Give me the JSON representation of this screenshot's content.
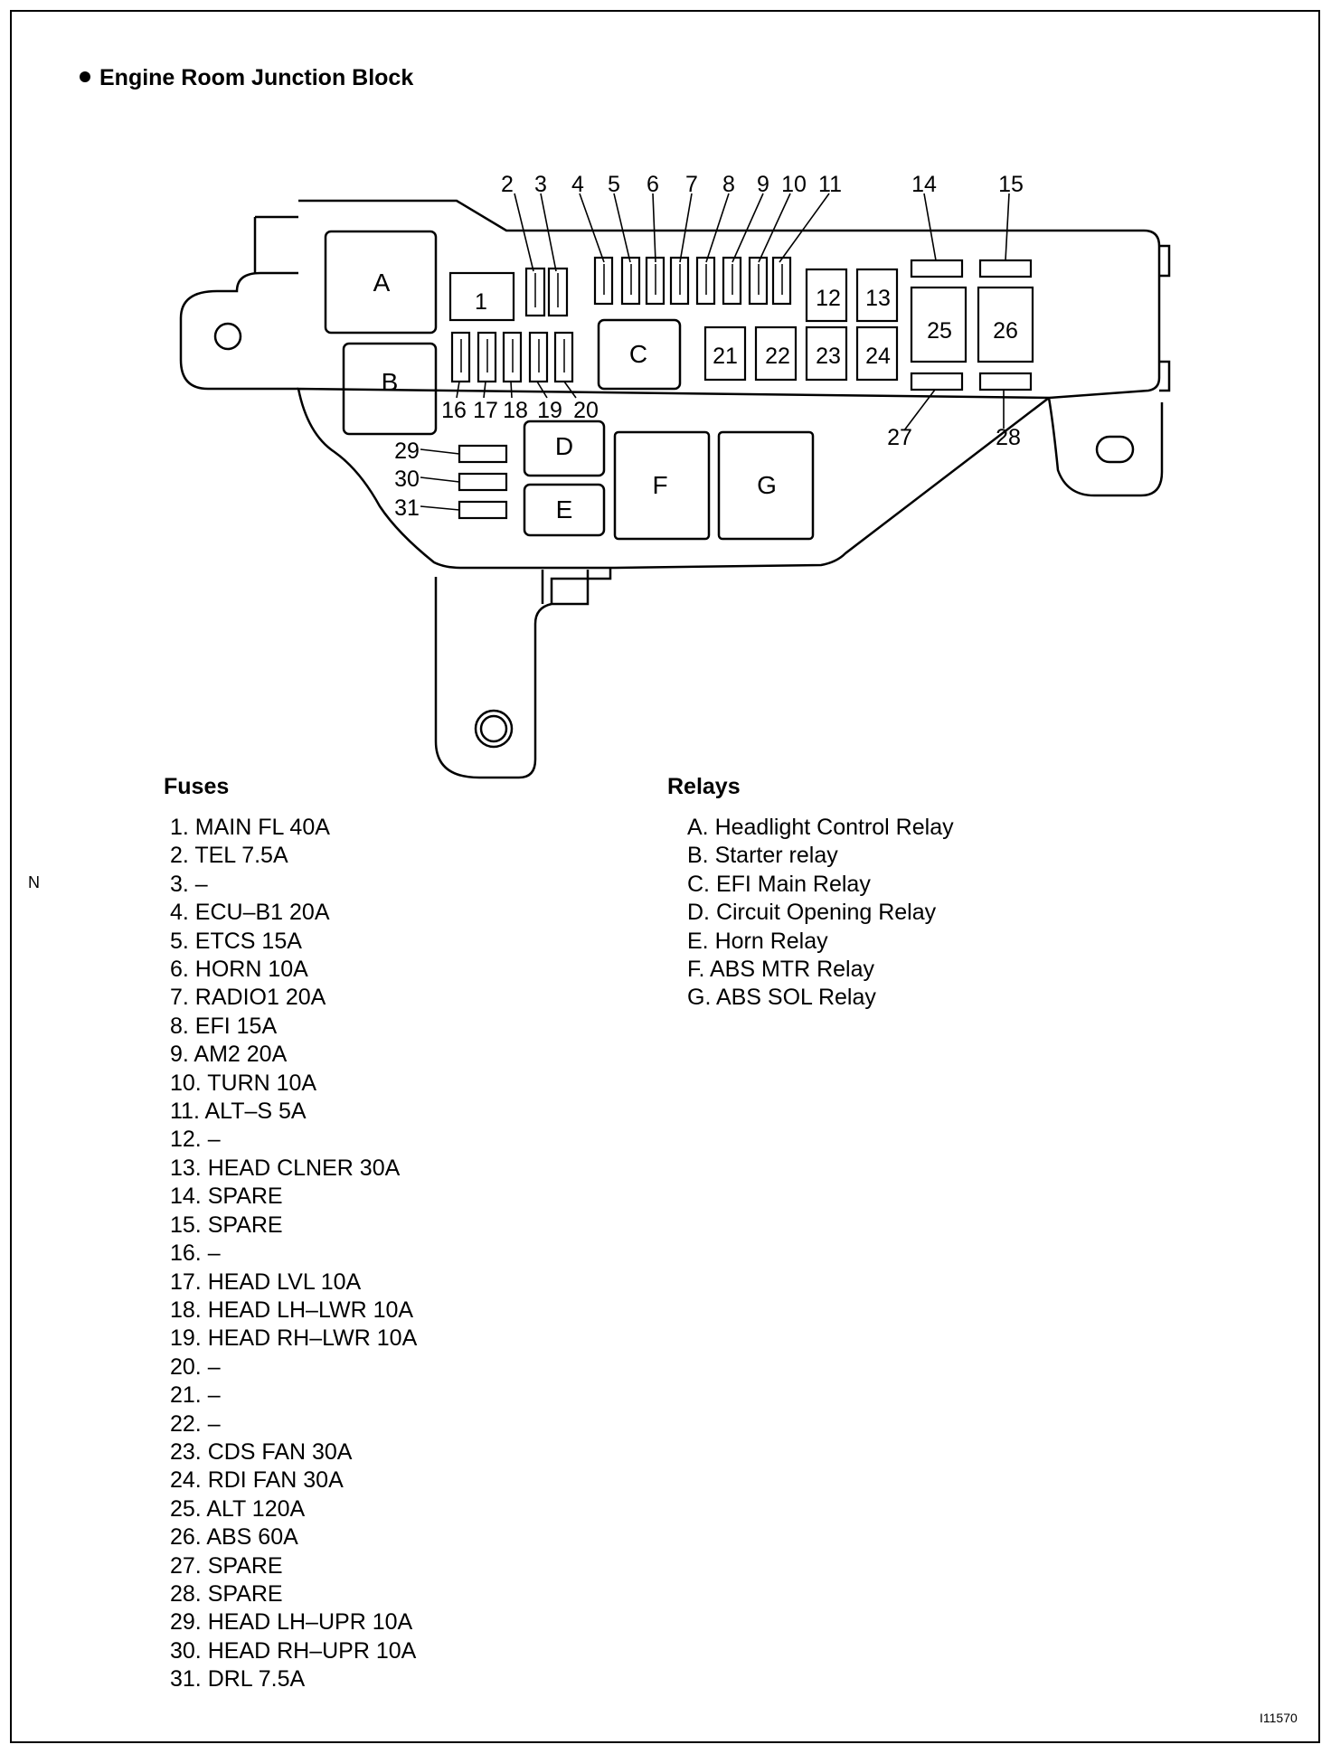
{
  "title": "Engine Room Junction Block",
  "side_letter": "N",
  "figure_code": "I11570",
  "fuses": {
    "heading": "Fuses",
    "items": [
      "1. MAIN FL 40A",
      "2. TEL 7.5A",
      "3. –",
      "4. ECU–B1 20A",
      "5. ETCS 15A",
      "6. HORN 10A",
      "7. RADIO1 20A",
      "8. EFI 15A",
      "9. AM2 20A",
      "10. TURN 10A",
      "11. ALT–S 5A",
      "12. –",
      "13. HEAD CLNER 30A",
      "14. SPARE",
      "15. SPARE",
      "16. –",
      "17. HEAD LVL 10A",
      "18. HEAD LH–LWR 10A",
      "19. HEAD RH–LWR 10A",
      "20. –",
      "21. –",
      "22. –",
      "23. CDS FAN 30A",
      "24. RDI FAN 30A",
      "25. ALT 120A",
      "26. ABS 60A",
      "27. SPARE",
      "28. SPARE",
      "29. HEAD LH–UPR 10A",
      "30. HEAD RH–UPR 10A",
      "31. DRL 7.5A"
    ]
  },
  "relays": {
    "heading": "Relays",
    "items": [
      "A. Headlight Control Relay",
      "B. Starter relay",
      "C. EFI Main Relay",
      "D. Circuit Opening Relay",
      "E. Horn Relay",
      "F. ABS MTR Relay",
      "G. ABS SOL Relay"
    ]
  },
  "diagram_labels": {
    "A": "A",
    "B": "B",
    "C": "C",
    "D": "D",
    "E": "E",
    "F": "F",
    "G": "G",
    "f1": "1",
    "f2": "2",
    "f3": "3",
    "f4": "4",
    "f5": "5",
    "f6": "6",
    "f7": "7",
    "f8": "8",
    "f9": "9",
    "f10": "10",
    "f11": "11",
    "f12": "12",
    "f13": "13",
    "f14": "14",
    "f15": "15",
    "f16": "16",
    "f17": "17",
    "f18": "18",
    "f19": "19",
    "f20": "20",
    "f21": "21",
    "f22": "22",
    "f23": "23",
    "f24": "24",
    "f25": "25",
    "f26": "26",
    "f27": "27",
    "f28": "28",
    "f29": "29",
    "f30": "30",
    "f31": "31"
  }
}
